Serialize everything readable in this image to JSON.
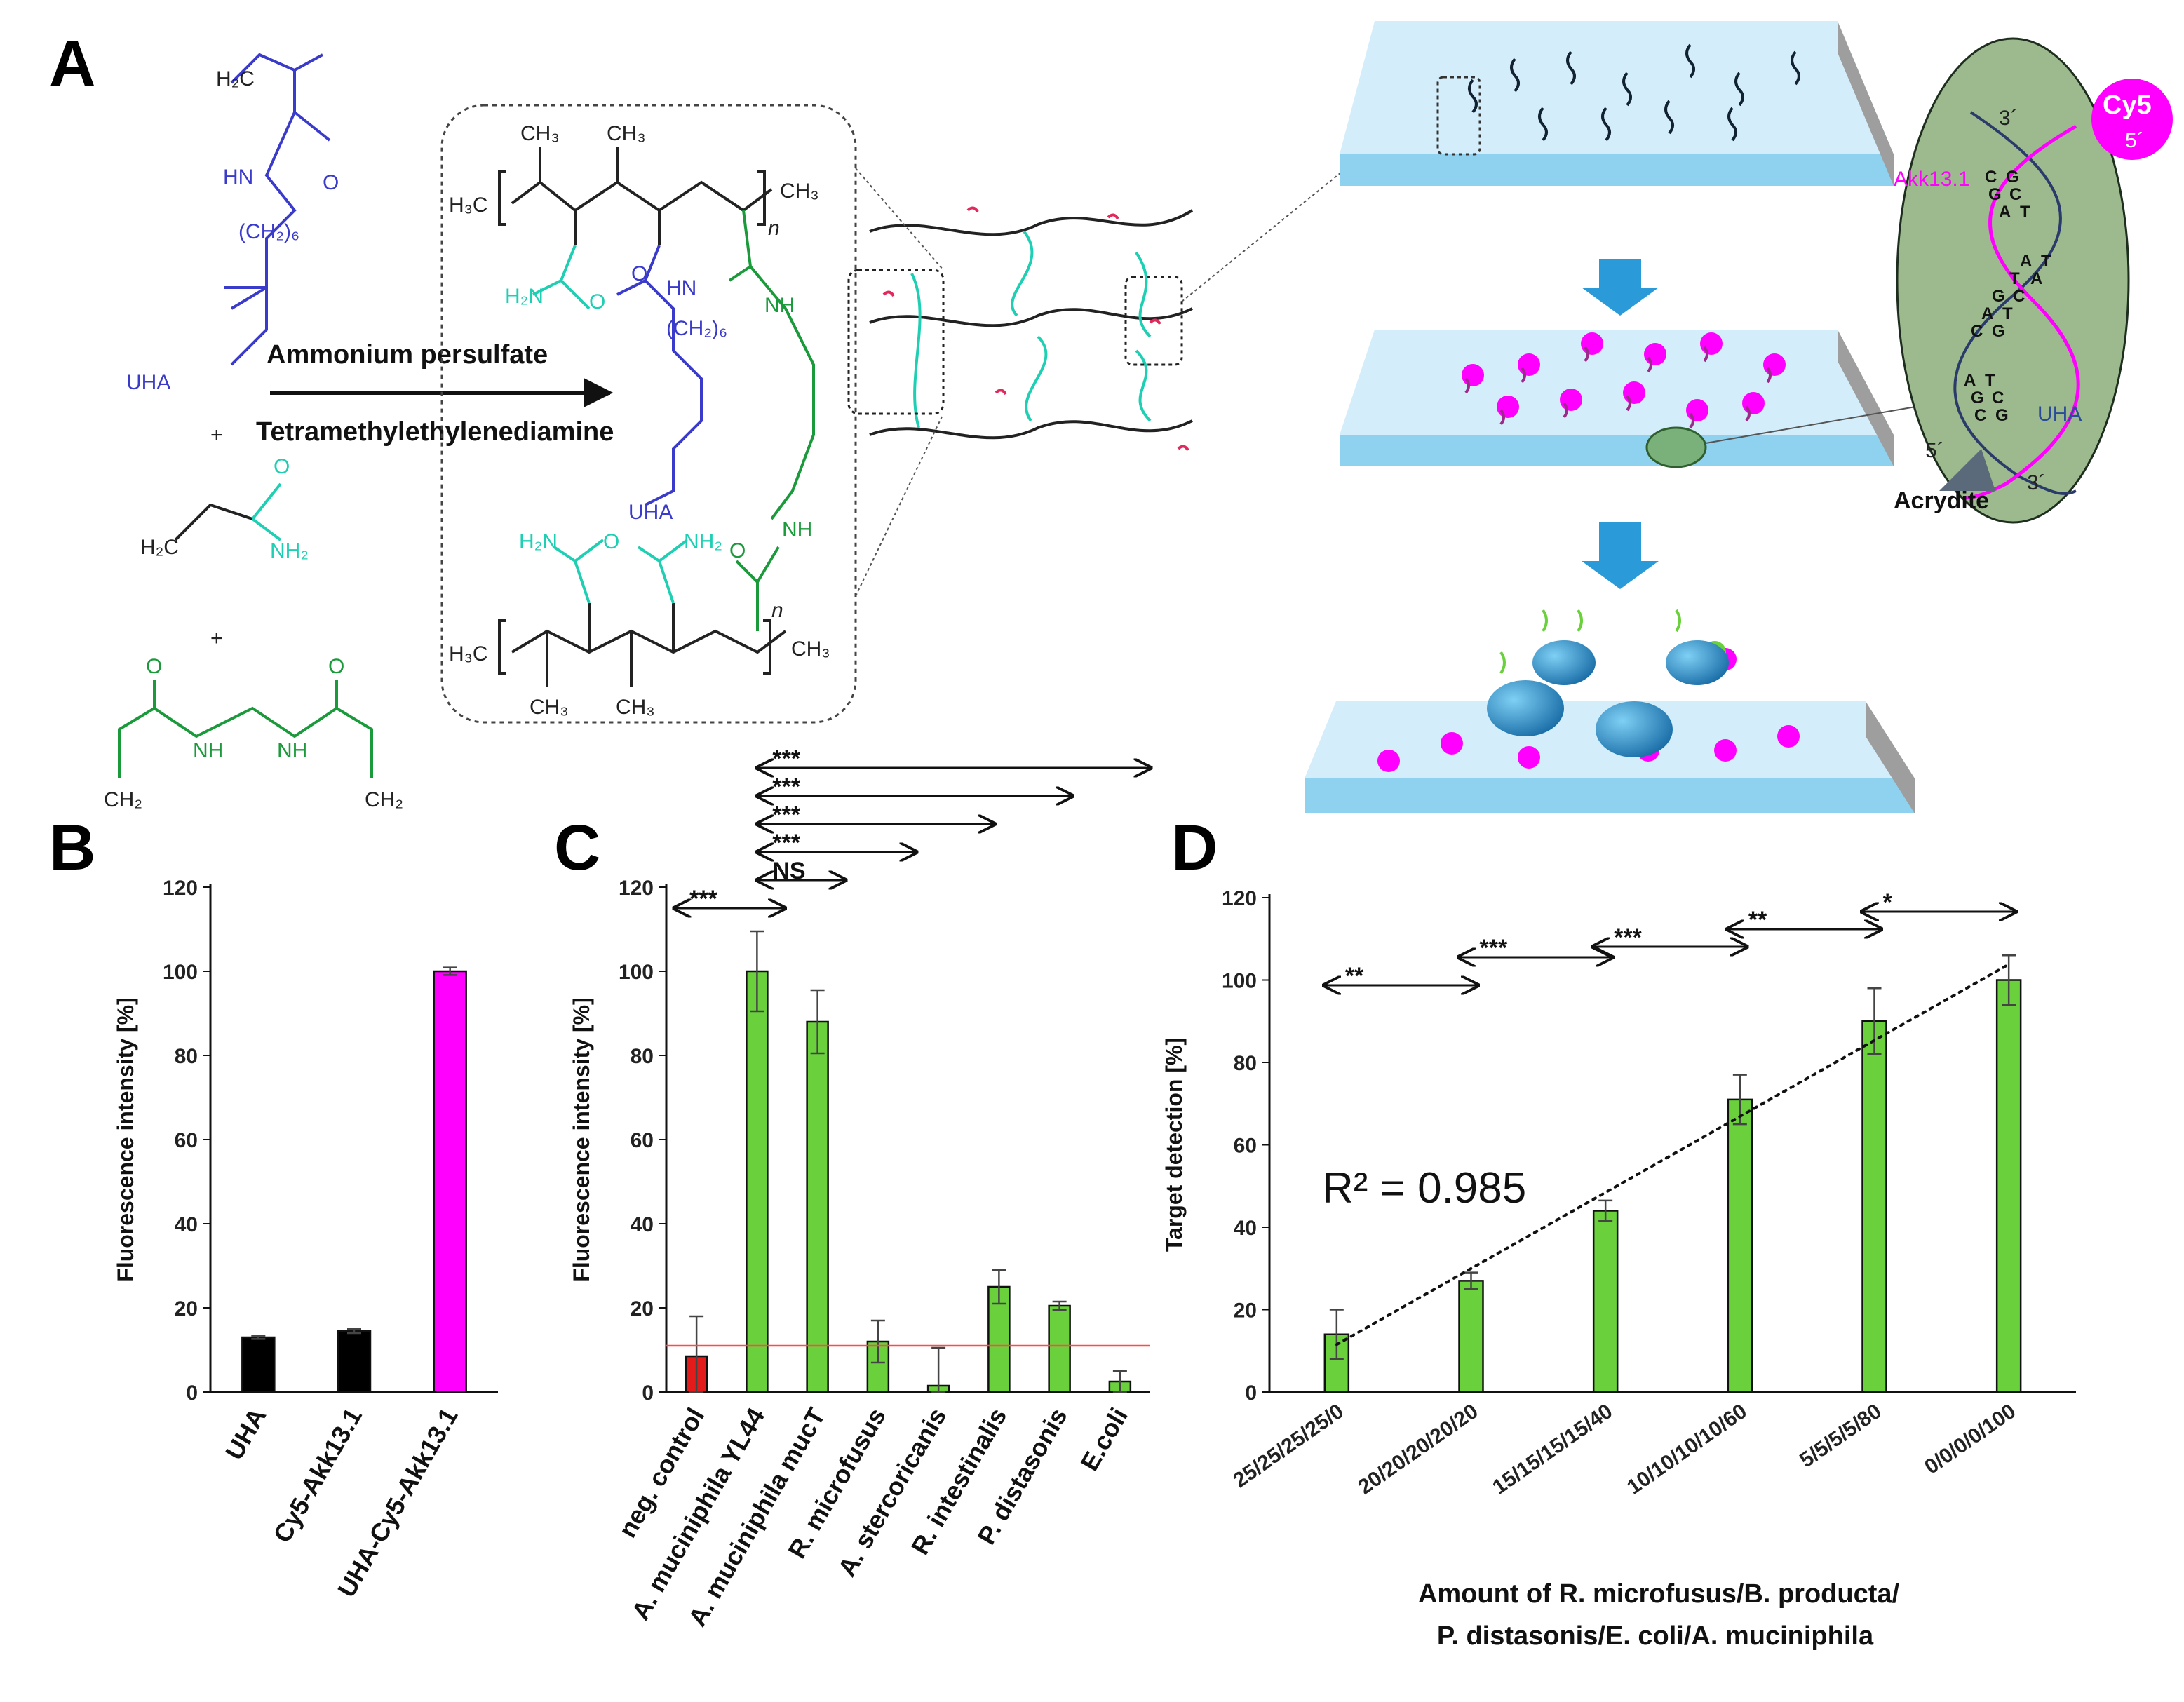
{
  "panels": {
    "a": "A",
    "b": "B",
    "c": "C",
    "d": "D"
  },
  "panel_a": {
    "arrow_top_label": "Ammonium persulfate",
    "arrow_bottom_label": "Tetramethylethylenediamine",
    "plus": "+",
    "monomer1": {
      "h2c": "H₂C",
      "hn": "HN",
      "o": "O",
      "chain": "(CH₂)₆",
      "uha": "UHA"
    },
    "monomer2": {
      "h2c": "H₂C",
      "o": "O",
      "nh2": "NH₂"
    },
    "monomer3": {
      "o": "O",
      "nh": "NH",
      "ch2": "CH₂"
    },
    "polymer": {
      "ch3": "CH₃",
      "h3c": "H₃C",
      "n": "n",
      "h2n": "H₂N",
      "o": "O",
      "nh": "NH",
      "nh2": "NH₂",
      "hn": "HN",
      "chain": "(CH₂)₆",
      "uha": "UHA"
    },
    "dna": {
      "probe": "Akk13.1",
      "dye": "Cy5",
      "uha": "UHA",
      "acrydite": "Acrydite",
      "p3_top": "3´",
      "p5_dye": "5´",
      "p5_bottom": "5´",
      "p3_bottom": "3´",
      "base_pairs": [
        [
          "C",
          "G"
        ],
        [
          "G",
          "C"
        ],
        [
          "A",
          "T"
        ],
        [
          "A",
          "T"
        ],
        [
          "T",
          "A"
        ],
        [
          "G",
          "C"
        ],
        [
          "A",
          "T"
        ],
        [
          "C",
          "G"
        ],
        [
          "A",
          "T"
        ],
        [
          "G",
          "C"
        ],
        [
          "C",
          "G"
        ]
      ]
    },
    "colors": {
      "blue": "#3a3acb",
      "teal": "#1fcfb3",
      "green": "#1a9a3a",
      "magenta": "#ff00ff",
      "arrow": "#2a9ad8",
      "glass": "#c8eaf8"
    }
  },
  "chart_data": [
    {
      "id": "B",
      "type": "bar",
      "ylabel": "Fluorescence intensity [%]",
      "ylim": [
        0,
        120
      ],
      "yticks": [
        0,
        20,
        40,
        60,
        80,
        100,
        120
      ],
      "categories": [
        "UHA",
        "Cy5-Akk13.1",
        "UHA-Cy5-Akk13.1"
      ],
      "values": [
        13,
        14.5,
        100
      ],
      "errors": [
        0.4,
        0.5,
        0.9
      ],
      "colors": [
        "#000000",
        "#000000",
        "#ff00ff"
      ]
    },
    {
      "id": "C",
      "type": "bar",
      "ylabel": "Fluorescence intensity [%]",
      "ylim": [
        0,
        120
      ],
      "yticks": [
        0,
        20,
        40,
        60,
        80,
        100,
        120
      ],
      "categories": [
        "neg. control",
        "A. muciniphila YL44",
        "A. muciniphila mucT",
        "R. microfusus",
        "A. stercoricanis",
        "R. intestinalis",
        "P. distasonis",
        "E.coli"
      ],
      "values": [
        8.5,
        100,
        88,
        12,
        1.5,
        25,
        20.5,
        2.5
      ],
      "errors": [
        9.5,
        9.5,
        7.5,
        5,
        9,
        4,
        1,
        2.5
      ],
      "colors": [
        "#e31b1b",
        "#6ad13d",
        "#6ad13d",
        "#6ad13d",
        "#6ad13d",
        "#6ad13d",
        "#6ad13d",
        "#6ad13d"
      ],
      "threshold": 11,
      "threshold_color": "#ff4a4a",
      "comparisons": [
        {
          "from": 0,
          "to": 1,
          "label": "***"
        },
        {
          "from": 1,
          "to": 2,
          "label": "NS"
        },
        {
          "from": 1,
          "to": 3,
          "label": "***"
        },
        {
          "from": 1,
          "to": 4,
          "label": "***"
        },
        {
          "from": 1,
          "to": 5,
          "label": "***"
        },
        {
          "from": 1,
          "to": 6,
          "label": "***"
        }
      ]
    },
    {
      "id": "D",
      "type": "bar",
      "ylabel": "Target detection [%]",
      "xlabel_line1": "Amount of R. microfusus/B. producta/",
      "xlabel_line2": "P. distasonis/E. coli/A. muciniphila",
      "ylim": [
        0,
        120
      ],
      "yticks": [
        0,
        20,
        40,
        60,
        80,
        100,
        120
      ],
      "categories": [
        "25/25/25/25/0",
        "20/20/20/20/20",
        "15/15/15/15/40",
        "10/10/10/10/60",
        "5/5/5/5/80",
        "0/0/0/0/100"
      ],
      "values": [
        14,
        27,
        44,
        71,
        90,
        100
      ],
      "errors": [
        6,
        2,
        2.5,
        6,
        8,
        6
      ],
      "colors": [
        "#6ad13d",
        "#6ad13d",
        "#6ad13d",
        "#6ad13d",
        "#6ad13d",
        "#6ad13d"
      ],
      "annotation": "R² = 0.985",
      "trendline": "linear",
      "comparisons": [
        {
          "from": 0,
          "to": 1,
          "label": "**"
        },
        {
          "from": 1,
          "to": 2,
          "label": "***"
        },
        {
          "from": 2,
          "to": 3,
          "label": "***"
        },
        {
          "from": 3,
          "to": 4,
          "label": "**"
        },
        {
          "from": 4,
          "to": 5,
          "label": "*"
        }
      ]
    }
  ]
}
